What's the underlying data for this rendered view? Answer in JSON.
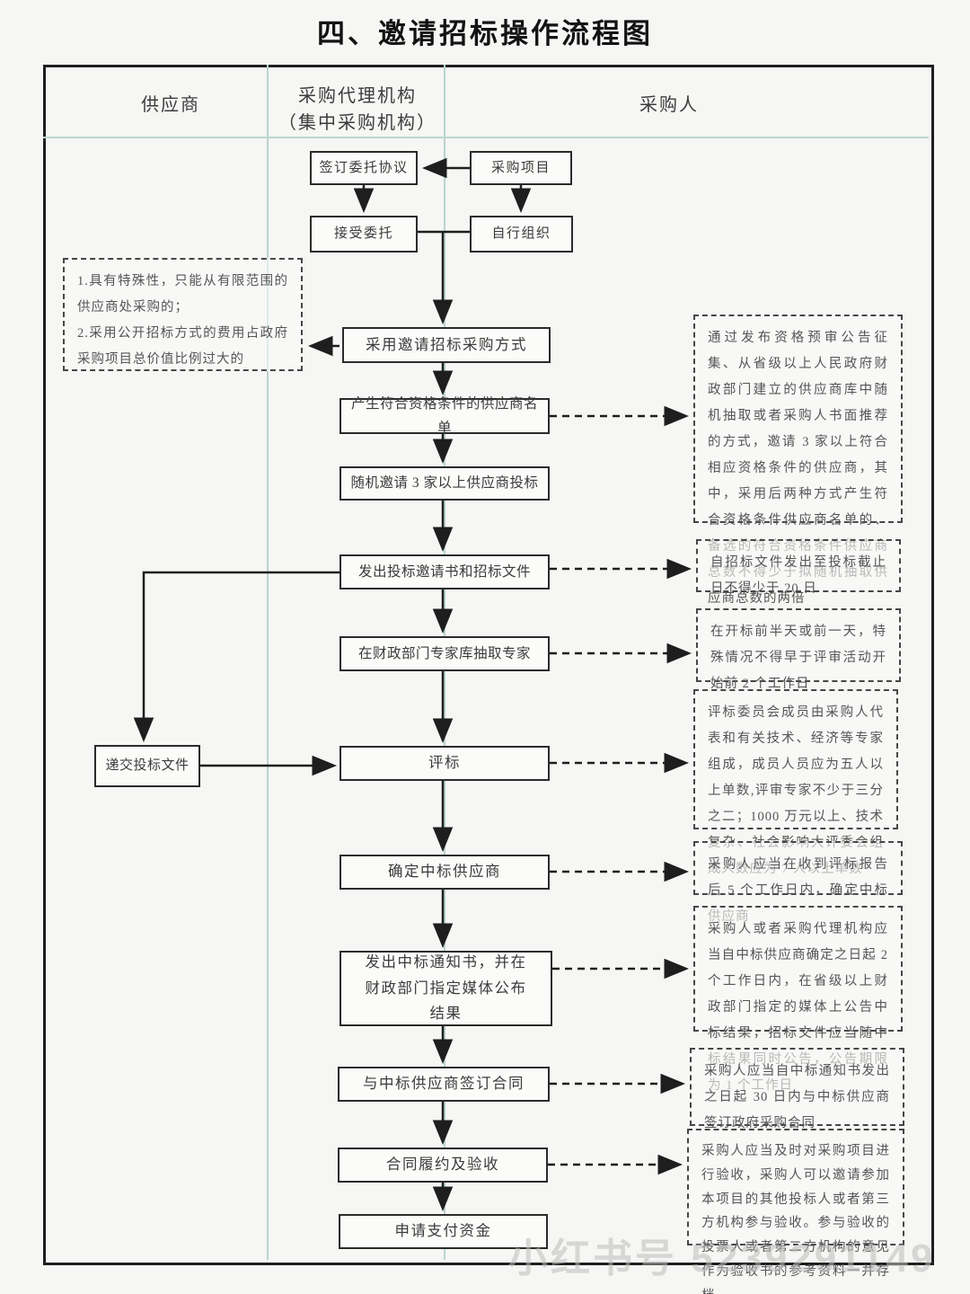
{
  "title": "四、邀请招标操作流程图",
  "lanes": {
    "supplier": "供应商",
    "agency": "采购代理机构",
    "agency_sub": "（集中采购机构）",
    "purchaser": "采购人"
  },
  "nodes": {
    "sign_agreement": "签订委托协议",
    "project": "采购项目",
    "accept": "接受委托",
    "self_organize": "自行组织",
    "adopt_method": "采用邀请招标采购方式",
    "supplier_list": "产生符合资格条件的供应商名单",
    "random_invite": "随机邀请 3 家以上供应商投标",
    "send_invitation": "发出投标邀请书和招标文件",
    "draw_experts": "在财政部门专家库抽取专家",
    "submit_bid": "递交投标文件",
    "evaluation": "评标",
    "confirm_winner": "确定中标供应商",
    "award_notice": "发出中标通知书，并在财政部门指定媒体公布结果",
    "sign_contract": "与中标供应商签订合同",
    "acceptance": "合同履约及验收",
    "payment": "申请支付资金"
  },
  "annotations": {
    "special": [
      "1.具有特殊性，只能从有限范围的供应商处采购的；",
      "2.采用公开招标方式的费用占政府采购项目总价值比例过大的"
    ],
    "qualification": "通过发布资格预审公告征集、从省级以上人民政府财政部门建立的供应商库中随机抽取或者采购人书面推荐的方式，邀请 3 家以上符合相应资格条件的供应商，其中，采用后两种方式产生符合资格条件供应商名单的、备选的符合资格条件供应商总数不得少于拟随机抽取供应商总数的两倍",
    "deadline20": "自招标文件发出至投标截止日不得少于 20 日",
    "expert_timing": "在开标前半天或前一天，特殊情况不得早于评审活动开始前 2 个工作日",
    "committee": "评标委员会成员由采购人代表和有关技术、经济等专家组成，成员人员应为五人以上单数,评审专家不少于三分之二；1000 万元以上、技术复杂、社会影响大评委会组成人数应为 7 人以上单数",
    "confirm5": "采购人应当在收到评标报告后 5 个工作日内，确定中标供应商",
    "announce": "采购人或者采购代理机构应当自中标供应商确定之日起 2 个工作日内，在省级以上财政部门指定的媒体上公告中标结果，招标文件应当随中标结果同时公告，公告期限为 1 个工作日",
    "contract30": "采购人应当自中标通知书发出之日起 30 日内与中标供应商签订政府采购合同",
    "acceptance_note": "采购人应当及时对采购项目进行验收，采购人可以邀请参加本项目的其他投标人或者第三方机构参与验收。参与验收的投票人或者第二方机构的意见作为验收书的参考资料一并存档"
  },
  "watermark": "小红书号 5239291149",
  "colors": {
    "ink": "#1e1e1e",
    "lane_divider": "#b7d4cd",
    "watermark": "#bdbdbd"
  }
}
